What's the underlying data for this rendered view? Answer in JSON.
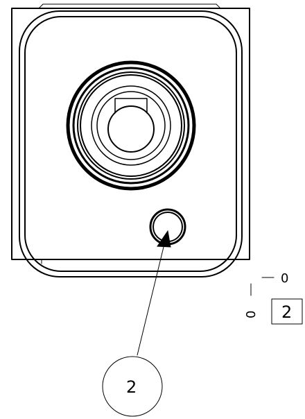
{
  "balloon": {
    "label": "2"
  },
  "tolerance": {
    "top_value": "0",
    "side_value": "0",
    "box_value": "2"
  },
  "colors": {
    "line": "#000000",
    "background": "#ffffff"
  }
}
